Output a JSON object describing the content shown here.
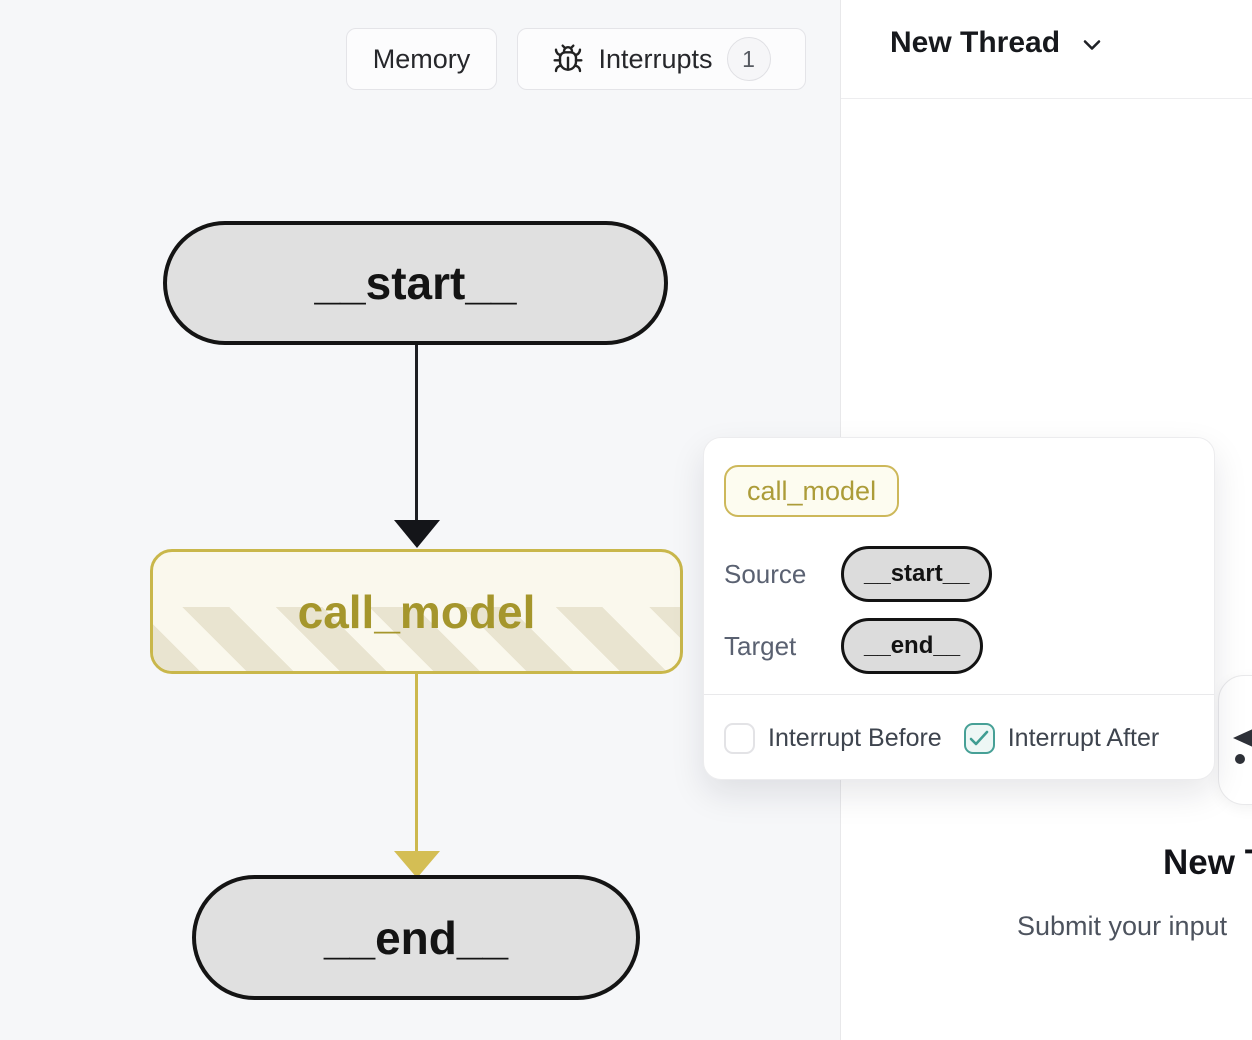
{
  "toolbar": {
    "memory_label": "Memory",
    "interrupts_label": "Interrupts",
    "interrupts_count": "1"
  },
  "panel": {
    "header_title": "New Thread",
    "empty_title": "New Thread",
    "empty_subtitle": "Submit your input"
  },
  "graph": {
    "nodes": [
      {
        "id": "__start__",
        "label": "__start__"
      },
      {
        "id": "call_model",
        "label": "call_model"
      },
      {
        "id": "__end__",
        "label": "__end__"
      }
    ],
    "edges": [
      {
        "from": "__start__",
        "to": "call_model"
      },
      {
        "from": "call_model",
        "to": "__end__"
      }
    ]
  },
  "popover": {
    "node_chip": "call_model",
    "source_label": "Source",
    "source_value": "__start__",
    "target_label": "Target",
    "target_value": "__end__",
    "interrupt_before_label": "Interrupt Before",
    "interrupt_before_checked": false,
    "interrupt_after_label": "Interrupt After",
    "interrupt_after_checked": true
  },
  "colors": {
    "accent_olive_border": "#c9b74b",
    "accent_olive_text": "#a5962c",
    "edge_yellow": "#d4be54",
    "node_gray": "#e0e0e0",
    "node_border_black": "#141414",
    "checkbox_teal": "#3f9d92",
    "canvas_bg": "#f6f7f9",
    "panel_bg": "#ffffff"
  }
}
